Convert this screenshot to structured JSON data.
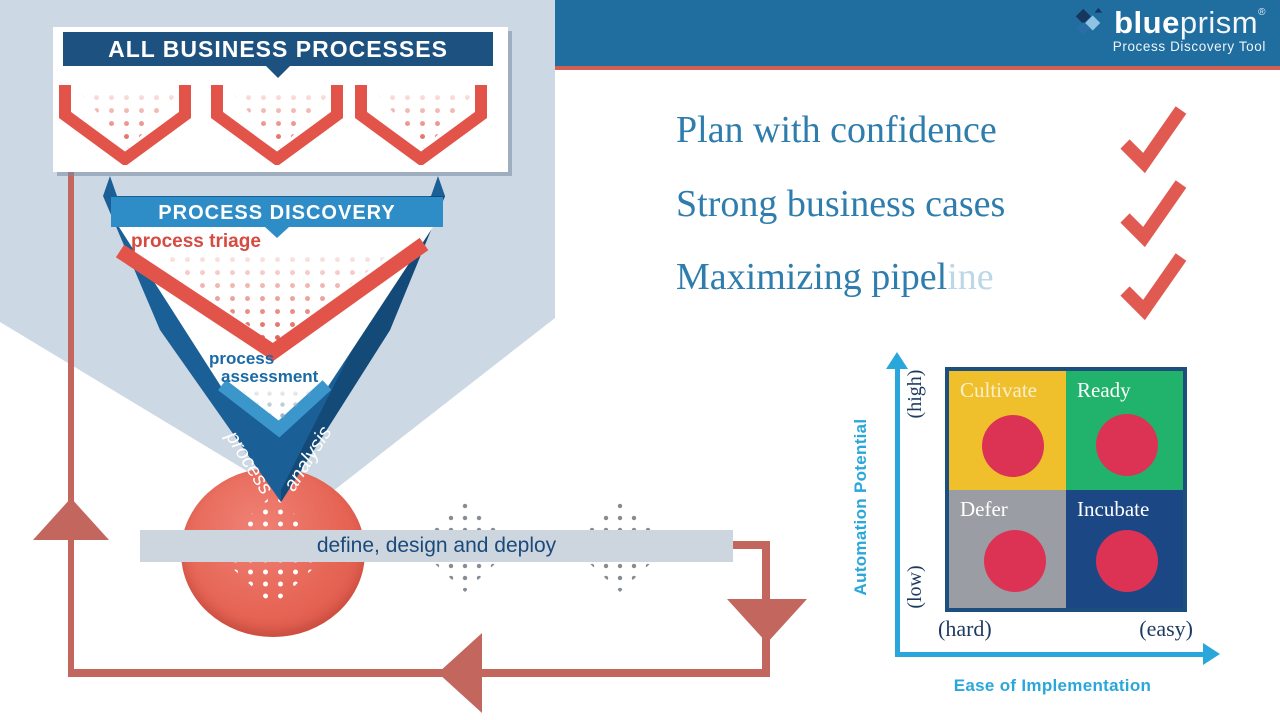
{
  "header": {
    "brand_bold": "blue",
    "brand_light": "prism",
    "registered": "®",
    "tagline": "Process Discovery Tool"
  },
  "benefits": {
    "items": [
      {
        "text": "Plan with confidence",
        "faded": ""
      },
      {
        "text": "Strong business cases",
        "faded": ""
      },
      {
        "text": "Maximizing pipel",
        "faded": "ine"
      }
    ]
  },
  "pipeline": {
    "card_title": "ALL BUSINESS PROCESSES",
    "funnel_title": "PROCESS DISCOVERY",
    "stage1": "process triage",
    "stage2_line1": "process",
    "stage2_line2": "assessment",
    "stage3_left": "process",
    "stage3_right": "analysis",
    "deploy_label": "define, design and deploy"
  },
  "matrix": {
    "quadrants": [
      {
        "label": "Cultivate",
        "color": "#f0c02c"
      },
      {
        "label": "Ready",
        "color": "#21b26b"
      },
      {
        "label": "Defer",
        "color": "#9a9ea4"
      },
      {
        "label": "Incubate",
        "color": "#1b4785"
      }
    ],
    "dot_color": "#dc3355",
    "axis_color": "#2aa7da",
    "y_axis": {
      "title": "Automation Potential",
      "top": "(high)",
      "bottom": "(low)"
    },
    "x_axis": {
      "title": "Ease of Implementation",
      "left": "(hard)",
      "right": "(easy)"
    }
  },
  "colors": {
    "background_wedge": "#ccd8e3",
    "header_band": "#206da0",
    "header_underline": "#cf6054",
    "navy_banner": "#1d5180",
    "funnel_blue": "#1b5f97",
    "funnel_banner": "#2e8cc7",
    "accent_red": "#e2544a",
    "loop_red": "#c2665e",
    "benefit_text": "#2e7dad",
    "check_red": "#e05a51"
  }
}
